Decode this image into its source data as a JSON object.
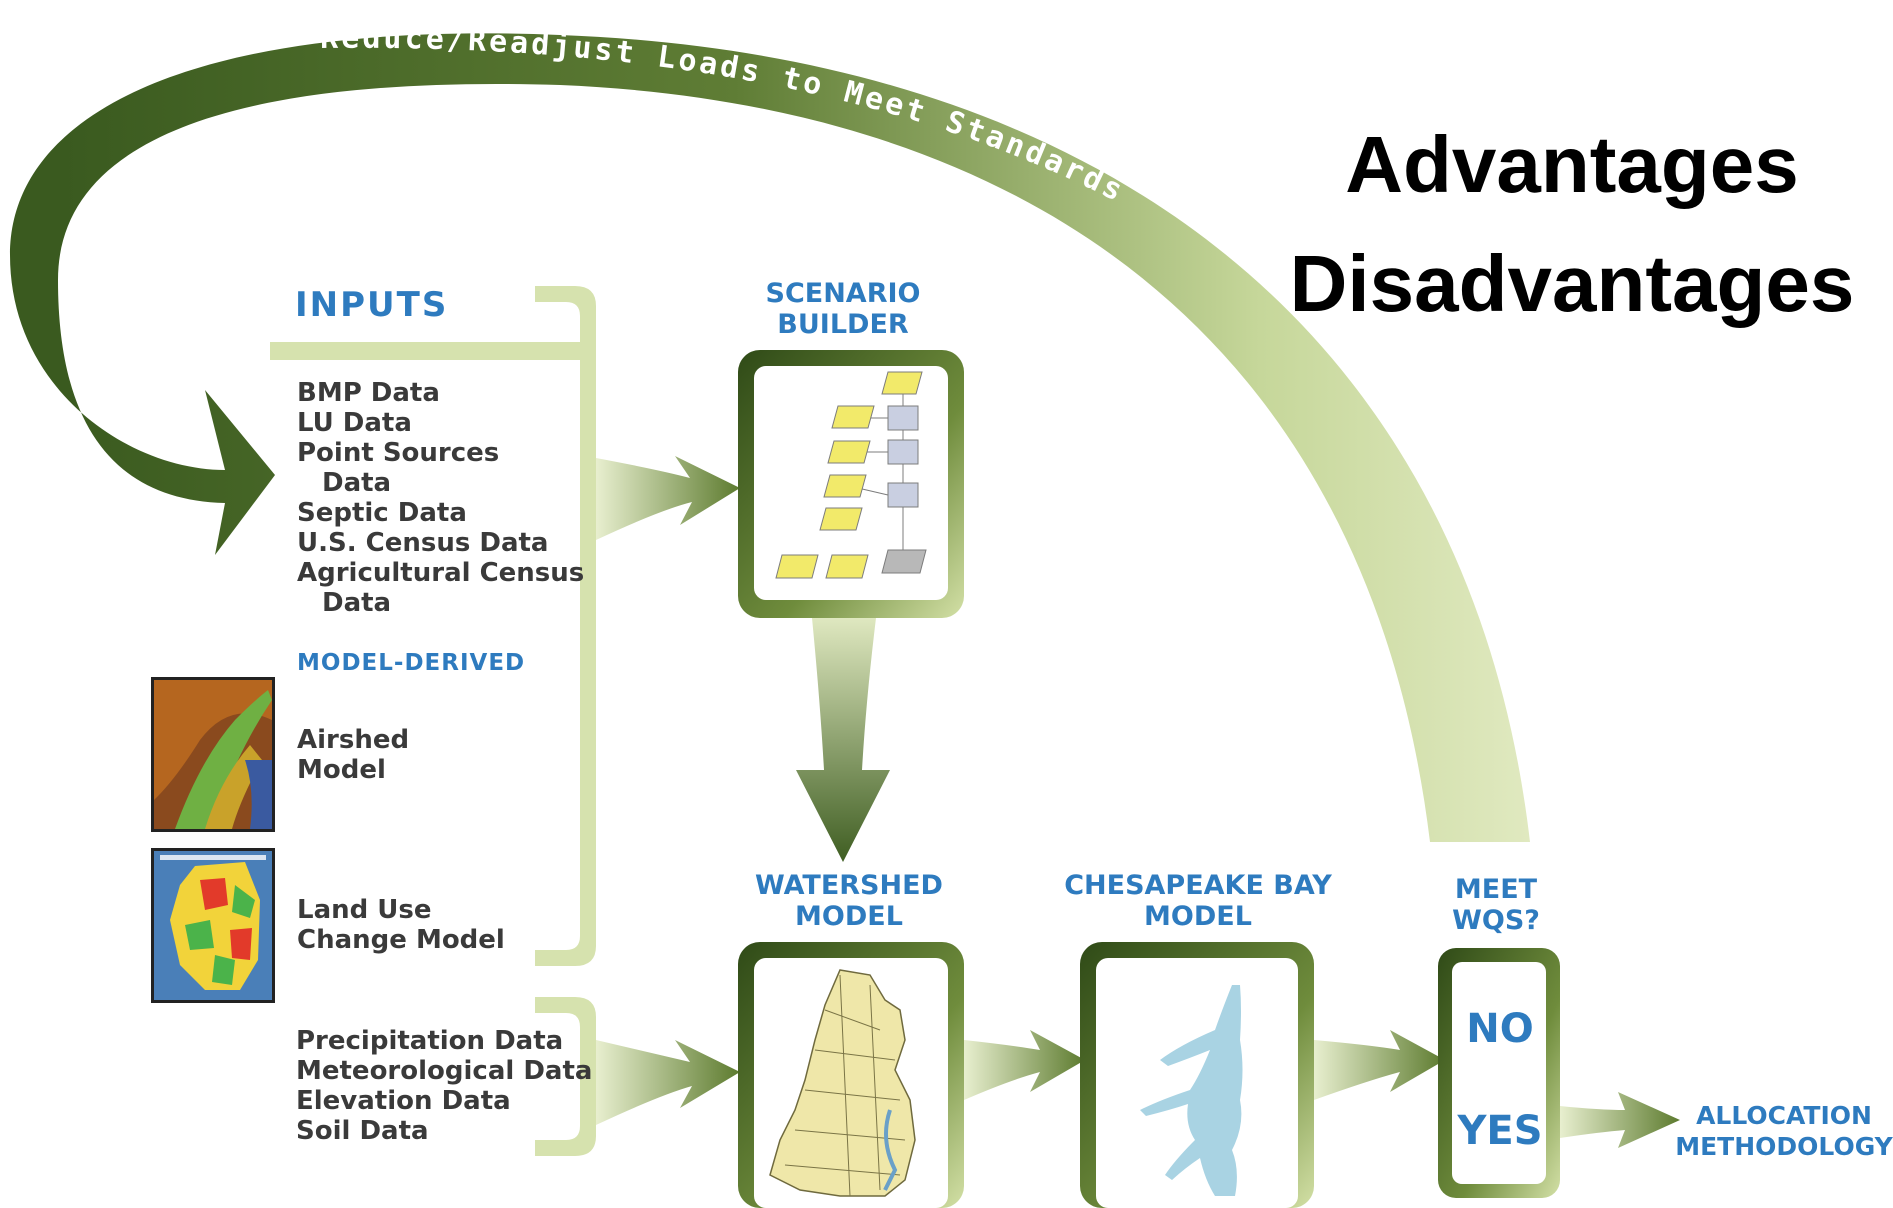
{
  "feedback_arrow": {
    "label": "Reduce/Readjust Loads to Meet Standards"
  },
  "title": {
    "line1": "Advantages",
    "line2": "Disadvantages"
  },
  "inputs": {
    "heading": "INPUTS",
    "items": [
      "BMP Data",
      "LU Data",
      "Point Sources",
      "Data",
      "Septic Data",
      "U.S. Census Data",
      "Agricultural Census",
      "Data"
    ]
  },
  "model_derived": {
    "heading": "MODEL-DERIVED",
    "airshed": [
      "Airshed",
      "Model"
    ],
    "land_use": [
      "Land Use",
      "Change Model"
    ]
  },
  "lower_inputs": [
    "Precipitation Data",
    "Meteorological Data",
    "Elevation Data",
    "Soil Data"
  ],
  "scenario_builder": {
    "line1": "SCENARIO",
    "line2": "BUILDER"
  },
  "watershed_model": {
    "line1": "WATERSHED",
    "line2": "MODEL"
  },
  "bay_model": {
    "line1": "CHESAPEAKE BAY",
    "line2": "MODEL"
  },
  "meet_wqs": {
    "line1": "MEET",
    "line2": "WQS?",
    "no": "NO",
    "yes": "YES"
  },
  "allocation": {
    "line1": "ALLOCATION",
    "line2": "METHODOLOGY"
  },
  "colors": {
    "dark_green": "#3f5e22",
    "light_green": "#d6e2ae",
    "blue": "#2e7bbf",
    "map_yellow": "#efe7a9",
    "bay_blue": "#a9d3e3"
  }
}
